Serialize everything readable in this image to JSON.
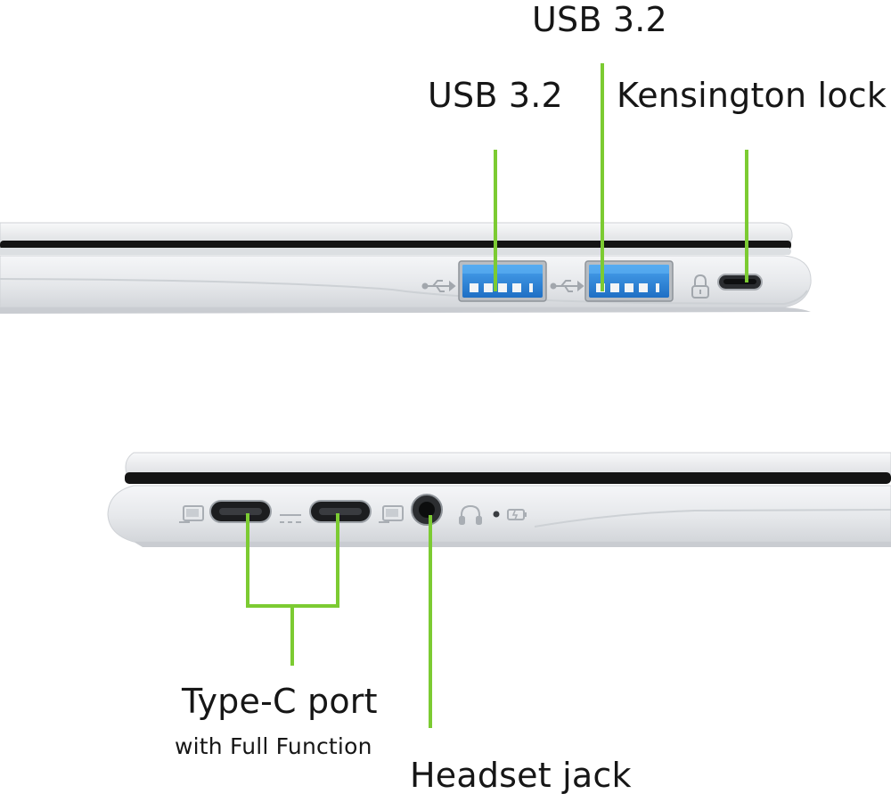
{
  "labels": {
    "usb_top": "USB 3.2",
    "usb_left": "USB 3.2",
    "kensington": "Kensington lock",
    "typec_title": "Type-C port",
    "typec_subtitle": "with Full Function",
    "headset": "Headset jack"
  },
  "colors": {
    "callout": "#7ccb32",
    "port_blue": "#2c84d8",
    "chassis": "#e8eaed",
    "bezel": "#141414"
  },
  "icons": [
    "usb-icon",
    "lock-icon",
    "display-icon",
    "power-dc-icon",
    "headset-icon",
    "battery-led-icon"
  ]
}
